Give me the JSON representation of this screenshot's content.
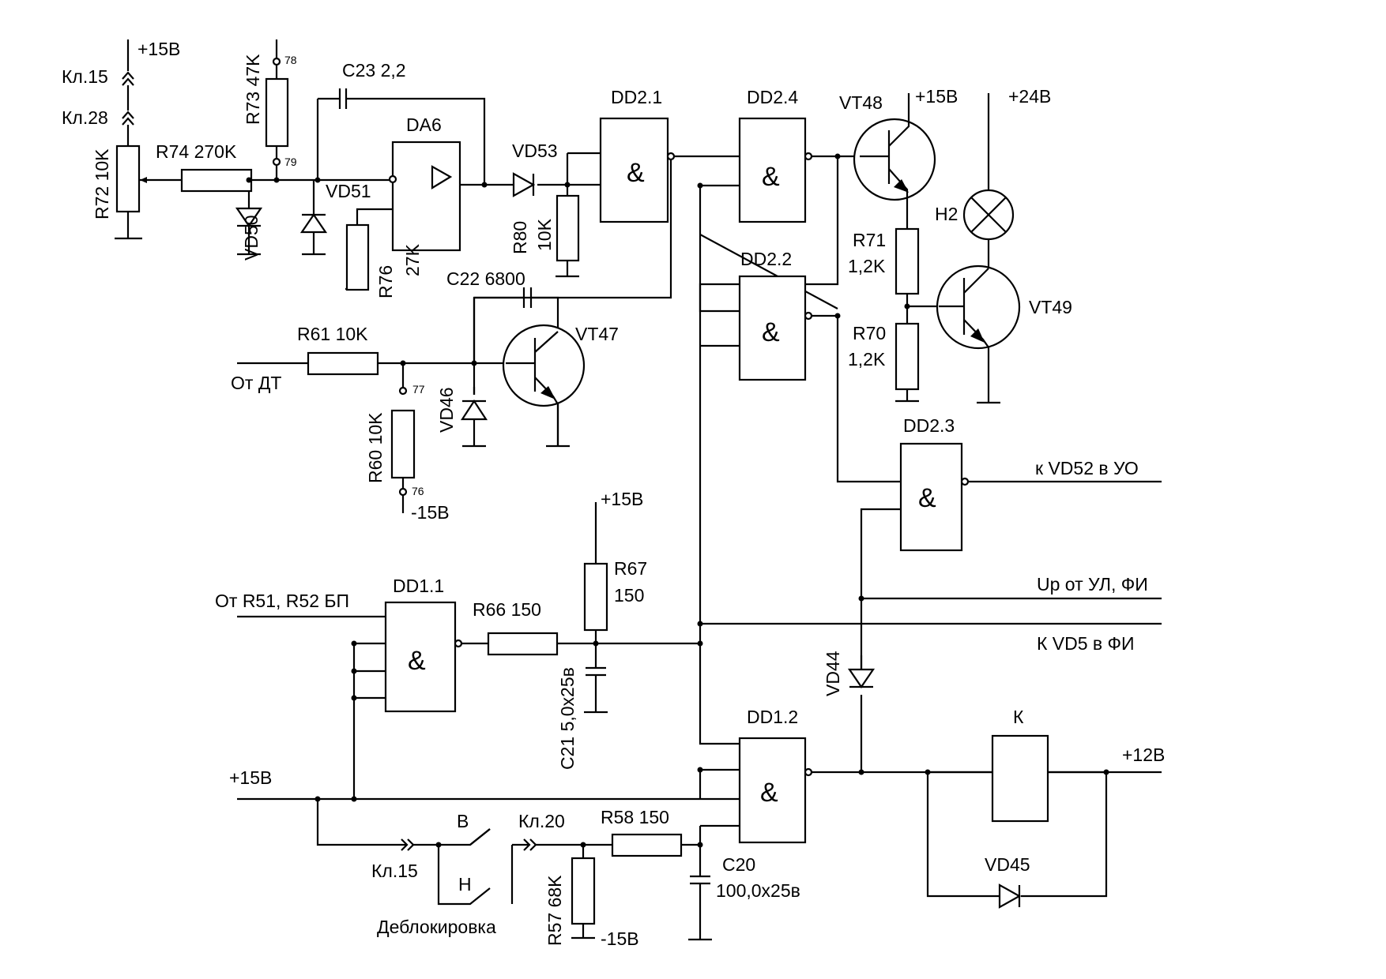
{
  "labels": {
    "p15_top": "+15В",
    "kl15_top": "Кл.15",
    "kl28": "Кл.28",
    "r72": "R72 10K",
    "r74": "R74  270K",
    "r73": "R73 47K",
    "node78": "78",
    "node79": "79",
    "c23": "C23  2,2",
    "vd50": "VD50",
    "vd51": "VD51",
    "da6": "DA6",
    "r76a": "R76",
    "r76b": "27K",
    "vd53": "VD53",
    "r80a": "R80",
    "r80b": "10K",
    "dd21": "DD2.1",
    "dd24": "DD2.4",
    "dd22": "DD2.2",
    "dd23": "DD2.3",
    "vt48": "VT48",
    "p15_vt48": "+15В",
    "p24": "+24В",
    "h2": "H2",
    "r71a": "R71",
    "r71b": "1,2K",
    "r70a": "R70",
    "r70b": "1,2K",
    "vt49": "VT49",
    "c22": "C22  6800",
    "vt47": "VT47",
    "r61": "R61  10K",
    "ot_dt": "От ДТ",
    "node77": "77",
    "r60": "R60 10K",
    "vd46": "VD46",
    "node76": "76",
    "m15_r60": "-15В",
    "k_vd52": "к VD52 в УО",
    "p15_r67": "+15В",
    "r67a": "R67",
    "r67b": "150",
    "ot_r51": "От R51, R52 БП",
    "dd11": "DD1.1",
    "r66": "R66  150",
    "c21": "C21  5,0x25в",
    "up_ul": "Up от УЛ, ФИ",
    "k_vd5": "К VD5 в ФИ",
    "vd44": "VD44",
    "dd12": "DD1.2",
    "k": "К",
    "p12": "+12В",
    "p15_left": "+15В",
    "sw_b": "В",
    "kl20": "Кл.20",
    "r58": "R58  150",
    "c20a": "C20",
    "c20b": "100,0x25в",
    "kl15_bot": "Кл.15",
    "sw_h": "Н",
    "vd45": "VD45",
    "debl": "Деблокировка",
    "r57": "R57 68K",
    "m15_r57": "-15В",
    "and": "&",
    "plus": "+"
  }
}
